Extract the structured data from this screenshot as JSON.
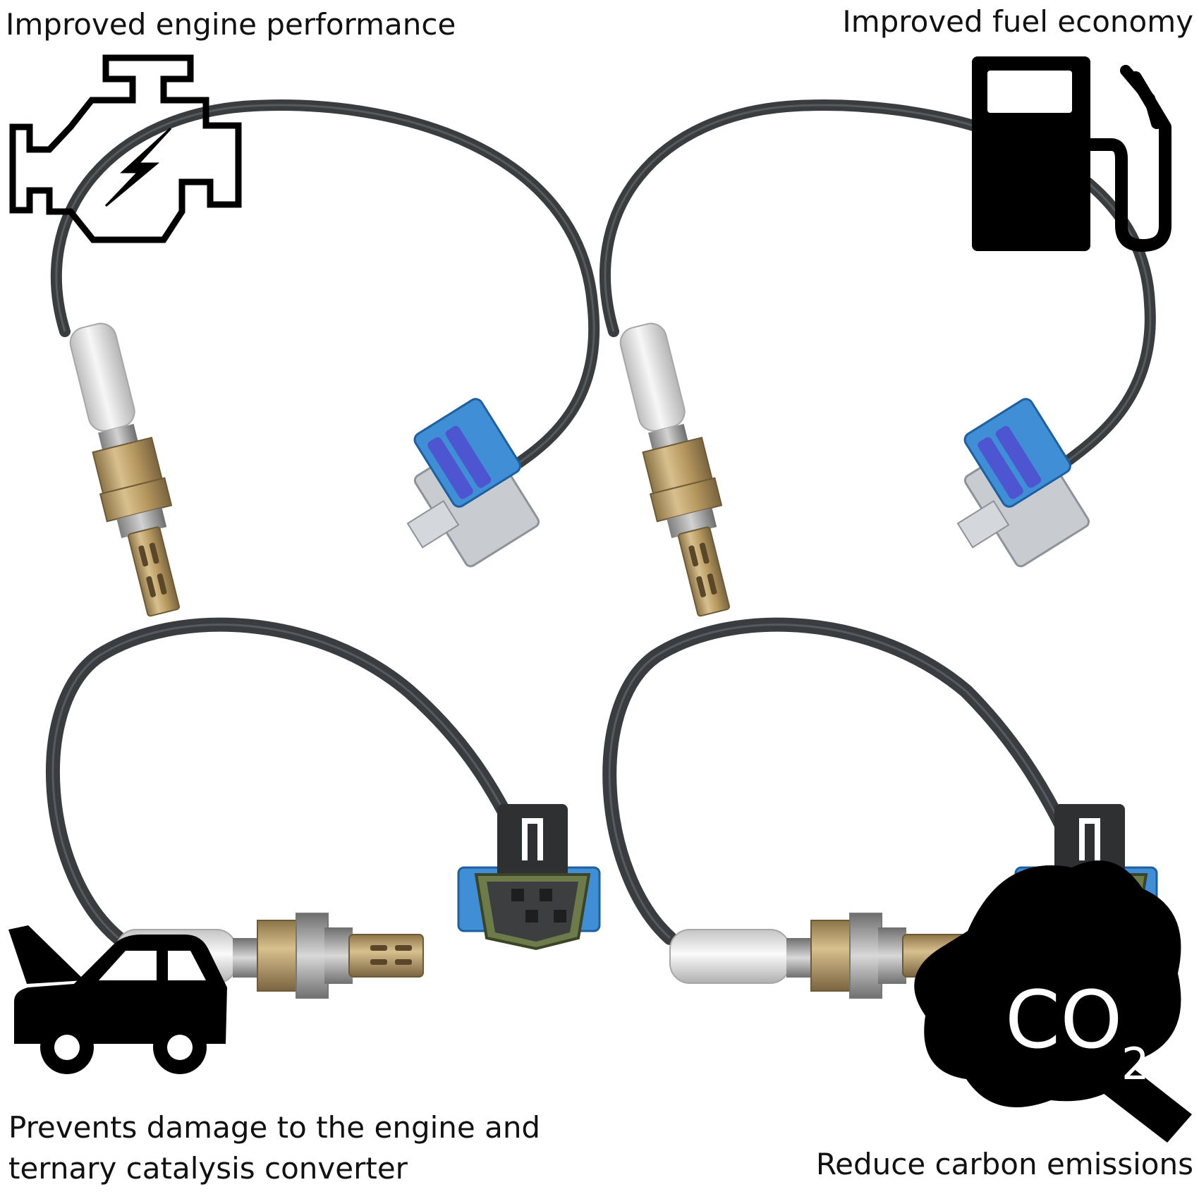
{
  "captions": {
    "top_left": "Improved engine performance",
    "top_right": "Improved fuel economy",
    "bottom_left_line1": "Prevents damage to the engine and",
    "bottom_left_line2": "ternary catalysis converter",
    "bottom_right": "Reduce carbon emissions"
  },
  "badge": {
    "co2_main": "CO",
    "co2_sub": "2"
  },
  "icons": {
    "top_left": "engine-icon",
    "top_right": "fuel-pump-icon",
    "bottom_left": "car-open-hood-icon",
    "bottom_right": "co2-cloud-icon"
  },
  "colors": {
    "cable": "#3a3d40",
    "connector_blue": "#3f8ed6",
    "connector_gray": "#c8ccd0",
    "connector_dark": "#2e3032",
    "seal_green": "#6d7a4a",
    "sensor_brass": "#b49b6a",
    "sensor_silver": "#e6e6e6",
    "icon": "#000000"
  }
}
